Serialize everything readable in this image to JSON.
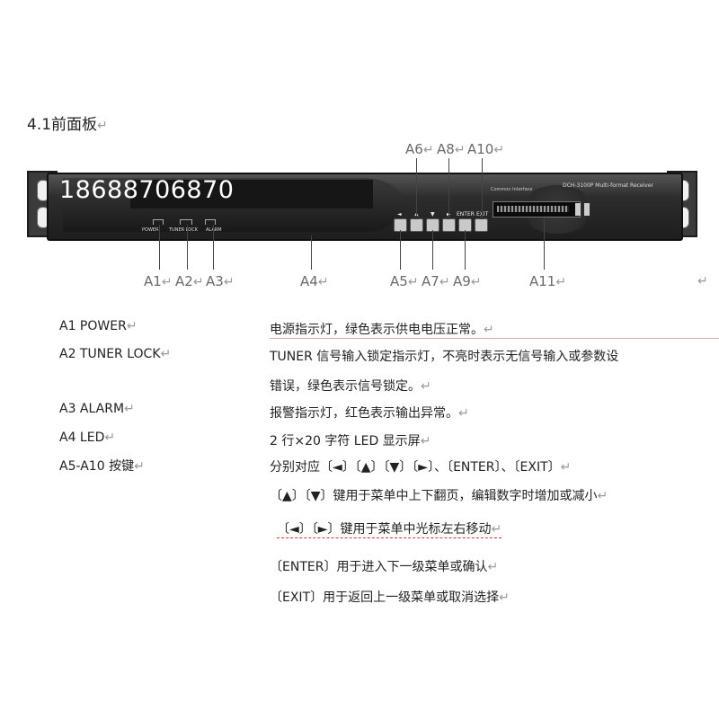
{
  "section_title": "4.1前面板",
  "mark": "↵",
  "device": {
    "phone": "18688706870",
    "model": "DCH-3100P Multi-format Receiver",
    "ci_label": "Common Interface",
    "led_labels": [
      "POWER",
      "TUNER LOCK",
      "ALARM"
    ],
    "buttons": [
      "◄",
      "▲",
      "▼",
      "►",
      "ENTER",
      "EXIT"
    ]
  },
  "callouts": {
    "top": [
      "A6",
      "A8",
      "A10"
    ],
    "bottom": [
      "A1",
      "A2",
      "A3",
      "A4",
      "A5",
      "A7",
      "A9",
      "A11"
    ]
  },
  "rows": [
    {
      "label": "A1 POWER",
      "desc": "电源指示灯，绿色表示供电电压正常。"
    },
    {
      "label": "A2 TUNER LOCK",
      "desc": "TUNER 信号输入锁定指示灯，不亮时表示无信号输入或参数设",
      "desc2": "错误，绿色表示信号锁定。"
    },
    {
      "label": "A3 ALARM",
      "desc": "报警指示灯，红色表示输出异常。"
    },
    {
      "label": "A4 LED",
      "desc": "2 行×20 字符 LED 显示屏"
    },
    {
      "label": "A5-A10 按键",
      "desc": "分别对应〔◄〕〔▲〕〔▼〕〔►〕、〔ENTER〕、〔EXIT〕"
    }
  ],
  "key_notes": [
    "〔▲〕〔▼〕键用于菜单中上下翻页，编辑数字时增加或减小",
    "〔◄〕〔►〕键用于菜单中光标左右移动",
    "〔ENTER〕用于进入下一级菜单或确认",
    "〔EXIT〕用于返回上一级菜单或取消选择"
  ]
}
